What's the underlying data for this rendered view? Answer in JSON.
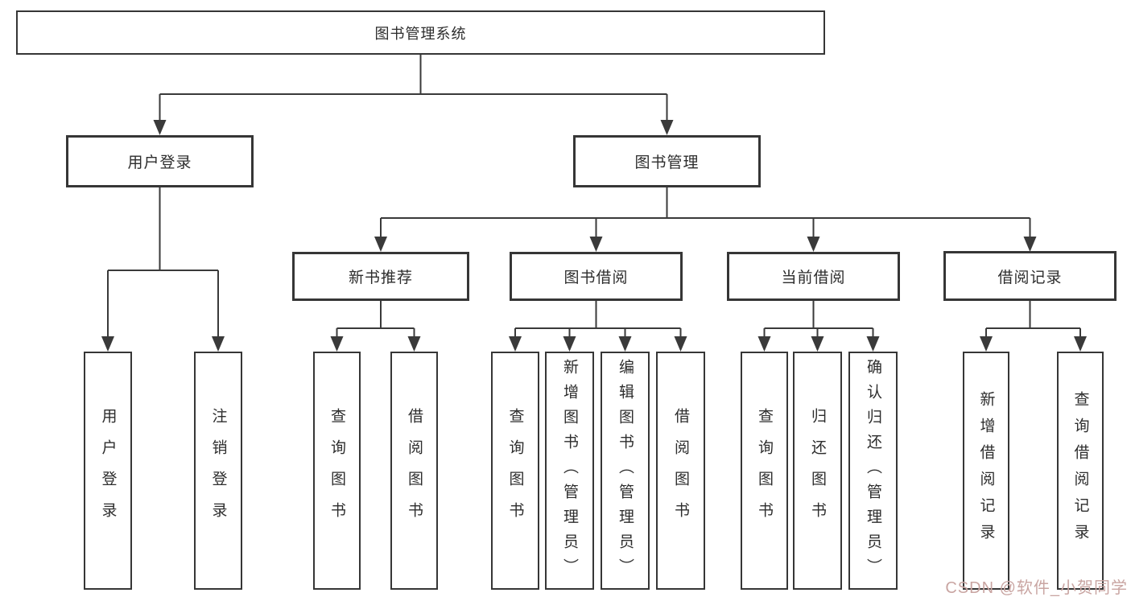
{
  "diagram": {
    "title": "图书管理系统",
    "root": {
      "label": "图书管理系统"
    },
    "level2": [
      {
        "label": "用户登录"
      },
      {
        "label": "图书管理"
      }
    ],
    "level3": [
      {
        "label": "新书推荐"
      },
      {
        "label": "图书借阅"
      },
      {
        "label": "当前借阅"
      },
      {
        "label": "借阅记录"
      }
    ],
    "leaves": {
      "user_login": [
        "用户登录",
        "注销登录"
      ],
      "new_books": [
        "查询图书",
        "借阅图书"
      ],
      "book_borrow": [
        "查询图书",
        "新增图书（管理员）",
        "编辑图书（管理员）",
        "借阅图书"
      ],
      "current_borrow": [
        "查询图书",
        "归还图书",
        "确认归还（管理员）"
      ],
      "borrow_records": [
        "新增借阅记录",
        "查询借阅记录"
      ]
    },
    "colors": {
      "line": "#3a3a3a",
      "box_border": "#363636",
      "text": "#2d2d2d",
      "background": "#ffffff"
    }
  },
  "watermark": {
    "text": "CSDN @软件_小贺同学",
    "color": "#c9a5a2"
  }
}
